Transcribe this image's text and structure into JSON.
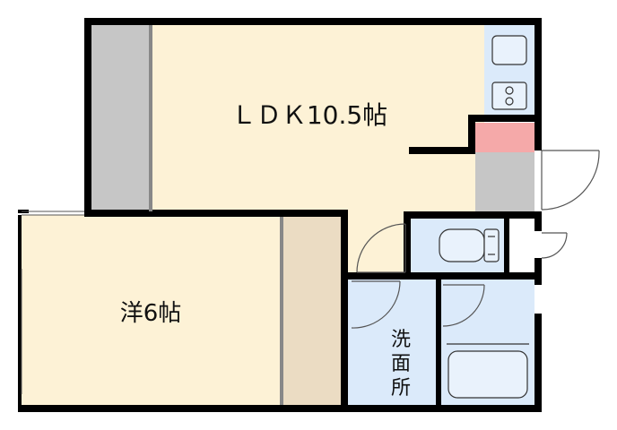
{
  "rooms": {
    "ldk": "ＬＤＫ10.5帖",
    "western": "洋6帖",
    "washroom": [
      "洗",
      "面",
      "所"
    ]
  },
  "colors": {
    "wall": "#000000",
    "floor_ldk": "#fdf2d6",
    "floor_western": "#fdf2d6",
    "closet": "#c6c6c6",
    "closet_western": "#ebdcc3",
    "wet_area": "#dbeafa",
    "shoe_box": "#f5a9a9",
    "door_line": "#555555"
  },
  "fixtures": {
    "sink": "sink-icon",
    "stove": "stove-icon",
    "toilet": "toilet-icon",
    "bathtub": "bathtub-icon"
  }
}
